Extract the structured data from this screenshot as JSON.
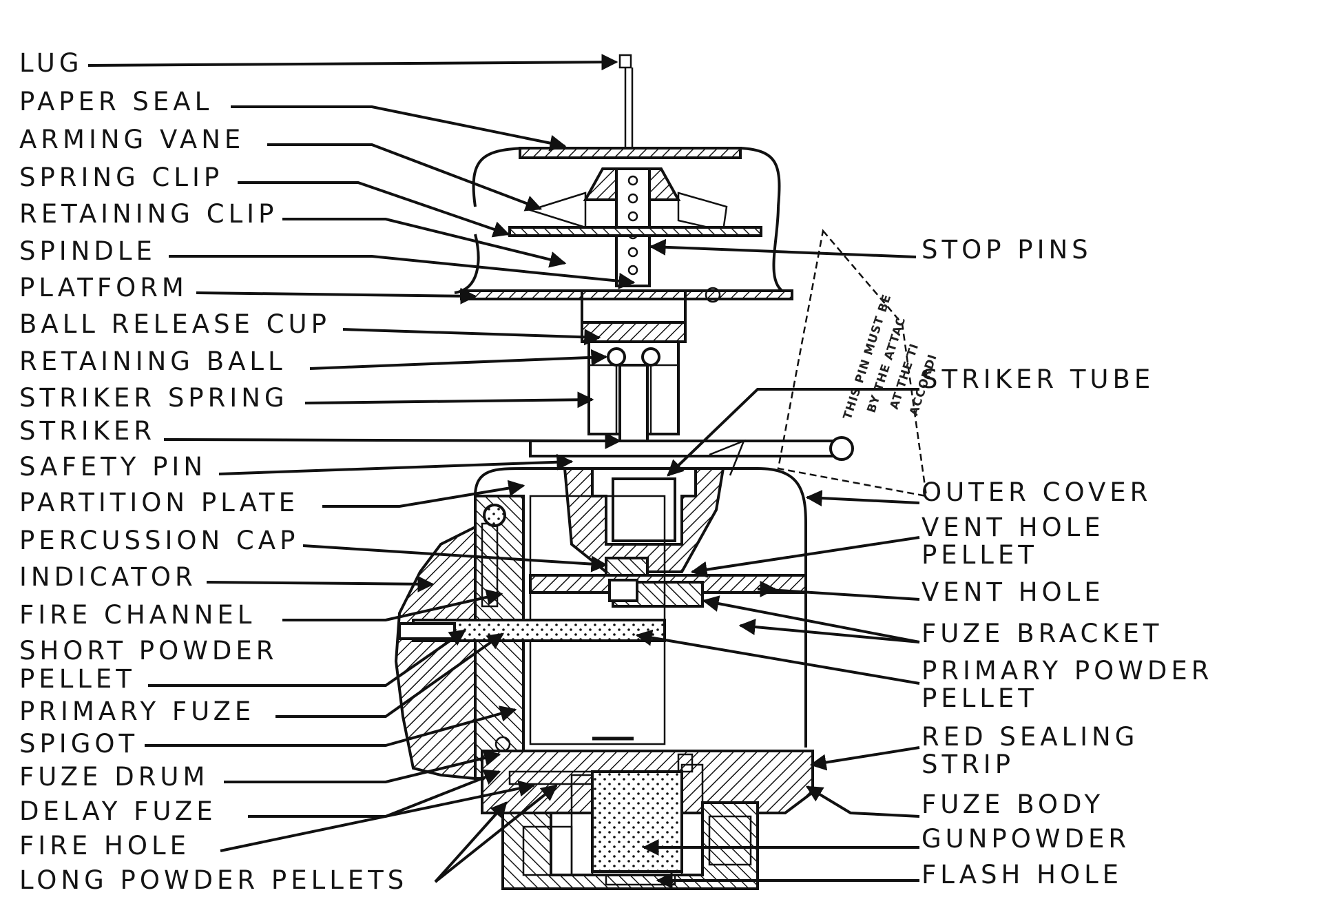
{
  "diagram": {
    "labels_left": [
      "LUG",
      "PAPER SEAL",
      "ARMING VANE",
      "SPRING CLIP",
      "RETAINING CLIP",
      "SPINDLE",
      "PLATFORM",
      "BALL RELEASE CUP",
      "RETAINING BALL",
      "STRIKER SPRING",
      "STRIKER",
      "SAFETY PIN",
      "PARTITION PLATE",
      "PERCUSSION CAP",
      "INDICATOR",
      "FIRE CHANNEL",
      "SHORT POWDER",
      "PELLET",
      "PRIMARY FUZE",
      "SPIGOT",
      "FUZE DRUM",
      "DELAY FUZE",
      "FIRE HOLE",
      "LONG POWDER PELLETS"
    ],
    "labels_right": [
      "STOP PINS",
      "STRIKER TUBE",
      "OUTER COVER",
      "VENT HOLE",
      "PELLET",
      "VENT HOLE",
      "FUZE BRACKET",
      "PRIMARY POWDER",
      "PELLET",
      "RED SEALING",
      "STRIP",
      "FUZE BODY",
      "GUNPOWDER",
      "FLASH HOLE"
    ],
    "tag_lines": [
      "THIS PIN MUST BE",
      "BY THE ATTAC",
      "AT THE TI",
      "ACCORDI"
    ]
  }
}
